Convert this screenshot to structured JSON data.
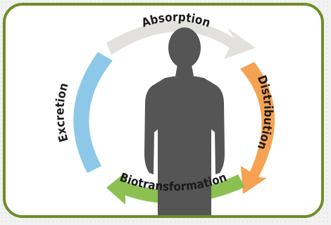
{
  "cycle": {
    "stages": [
      {
        "label": "Absorption",
        "color": "#e3e1de"
      },
      {
        "label": "Distribution",
        "color": "#f5a253"
      },
      {
        "label": "Biotransformation",
        "color": "#8cc152"
      },
      {
        "label": "Excretion",
        "color": "#8dc8e8"
      }
    ]
  },
  "colors": {
    "border": "#6f8d2a",
    "silhouette": "#555555"
  }
}
